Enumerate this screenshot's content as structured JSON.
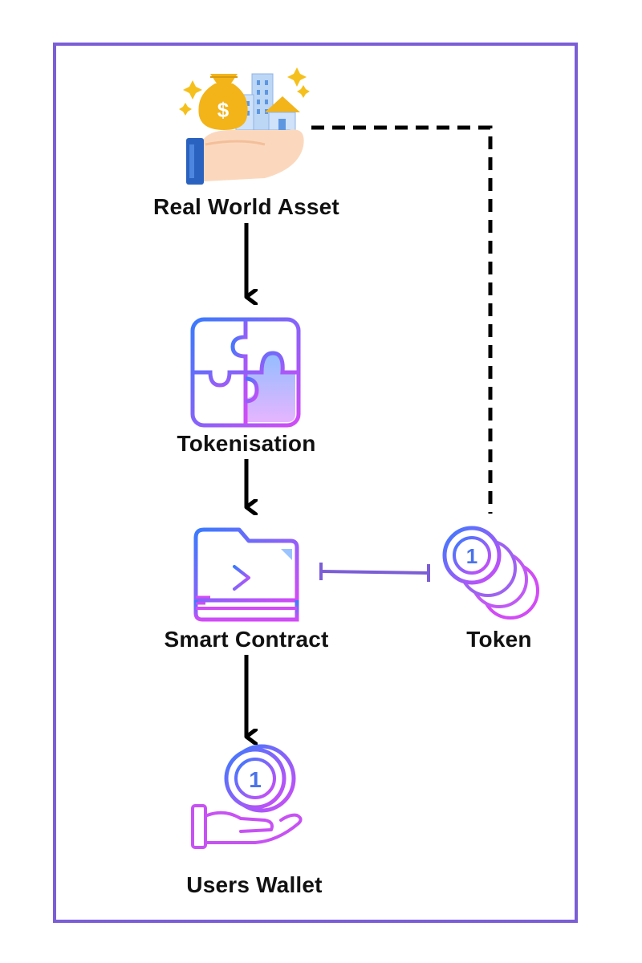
{
  "diagram": {
    "frame_color": "#7b5ed6",
    "arrow_color": "#000000",
    "connector_color": "#7b5ed6",
    "gradient": {
      "start": "#3a7bfd",
      "end": "#d24bf6"
    },
    "nodes": {
      "real_world_asset": {
        "label": "Real World Asset",
        "icon": "asset-in-hand-icon"
      },
      "tokenisation": {
        "label": "Tokenisation",
        "icon": "puzzle-icon"
      },
      "smart_contract": {
        "label": "Smart Contract",
        "icon": "terminal-folder-icon"
      },
      "users_wallet": {
        "label": "Users Wallet",
        "icon": "coin-in-hand-icon"
      },
      "token": {
        "label": "Token",
        "icon": "coin-stack-icon"
      }
    },
    "coin_numeral": "1",
    "money_bag_symbol": "$"
  }
}
